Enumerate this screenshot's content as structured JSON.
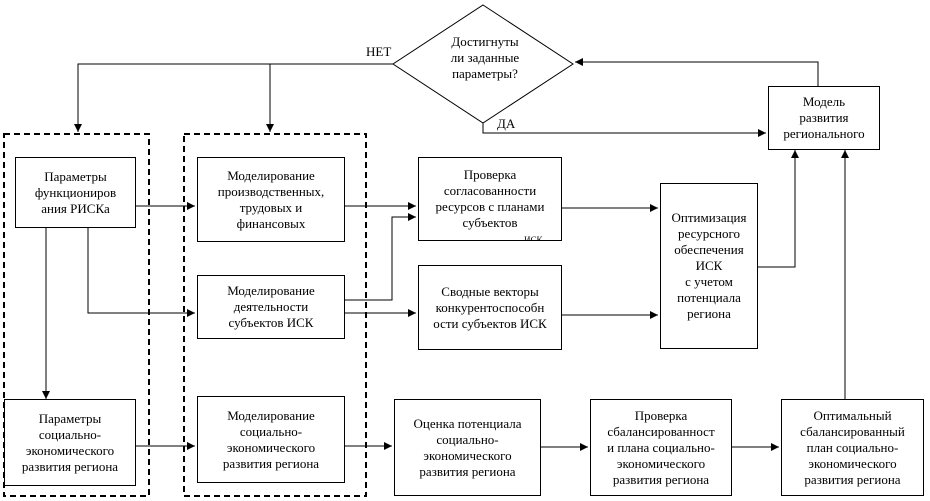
{
  "decision": {
    "question": "Достигнуты\nли заданные\nпараметры?",
    "no_label": "НЕТ",
    "yes_label": "ДА"
  },
  "boxes": {
    "rsk_params": "Параметры\nфункциониров\nания РИСКа",
    "socio_params": "Параметры\nсоциально-\nэкономического\nразвития региона",
    "model_production": "Моделирование\nпроизводственных,\nтрудовых и\nфинансовых",
    "model_activity": "Моделирование\nдеятельности\nсубъектов ИСК",
    "model_socio": "Моделирование\nсоциально-\nэкономического\nразвития региона",
    "check_consistency": "Проверка\nсогласованности\nресурсов с планами\nсубъектов",
    "check_consistency_clipped": "ИСК",
    "summary_vectors": "Сводные векторы\nконкурентоспособн\nости субъектов ИСК",
    "potential_estimate": "Оценка потенциала\nсоциально-\nэкономического\nразвития региона",
    "optimization": "Оптимизация\nресурсного\nобеспечения\nИСК\nс учетом\nпотенциала\nрегиона",
    "balance_check": "Проверка\nсбалансированност\nи плана социально-\nэкономического\nразвития региона",
    "optimal_plan": "Оптимальный\nсбалансированный\nплан социально-\nэкономического\nразвития региона",
    "regional_model": "Модель\nразвития\nрегионального"
  }
}
